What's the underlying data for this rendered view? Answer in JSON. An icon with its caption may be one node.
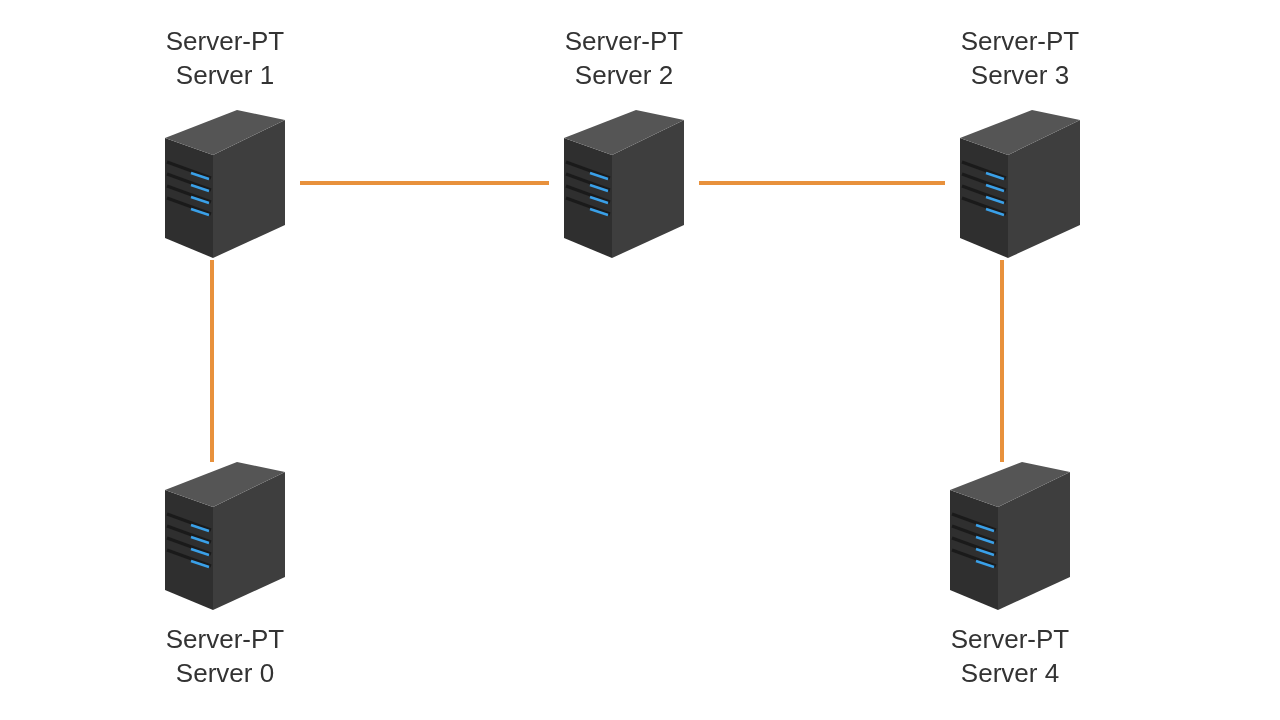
{
  "diagram": {
    "nodes": [
      {
        "text": [
          "Server-PT",
          "Server 1"
        ]
      },
      {
        "text": [
          "Server-PT",
          "Server 2"
        ]
      },
      {
        "text": [
          "Server-PT",
          "Server 3"
        ]
      },
      {
        "text": [
          "Server-PT",
          "Server 0"
        ]
      },
      {
        "text": [
          "Server-PT",
          "Server 4"
        ]
      }
    ],
    "edges": [
      {
        "from": 0,
        "to": 1,
        "arrow": "none"
      },
      {
        "from": 1,
        "to": 2,
        "arrow": "none"
      },
      {
        "from": 0,
        "to": 3,
        "arrow": "none"
      },
      {
        "from": 2,
        "to": 4,
        "arrow": "none"
      }
    ]
  }
}
